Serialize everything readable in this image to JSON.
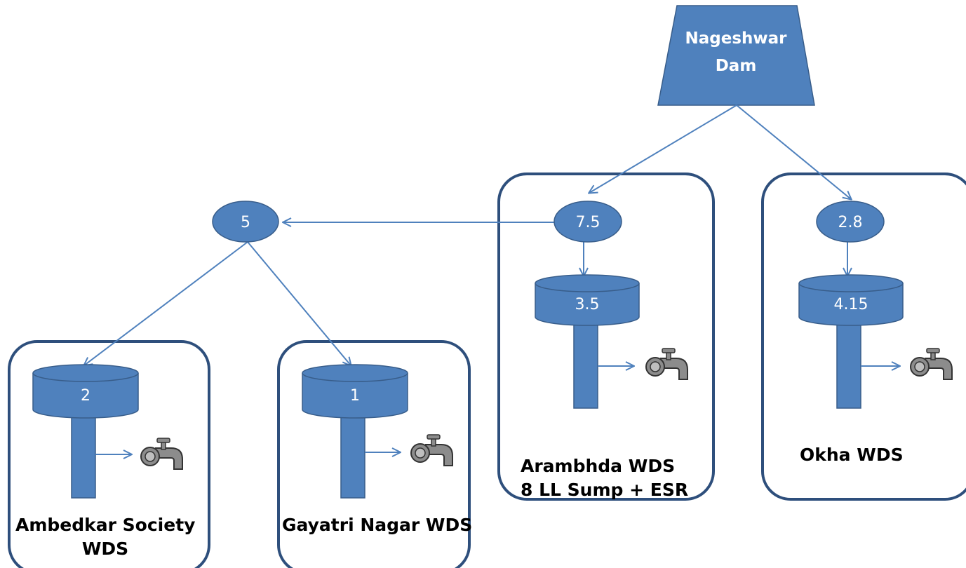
{
  "dam": {
    "label_line1": "Nageshwar",
    "label_line2": "Dam"
  },
  "junctions": {
    "left": "5",
    "arambhda": "7.5",
    "okha": "2.8"
  },
  "tanks": {
    "ambedkar": "2",
    "gayatri": "1",
    "arambhda": "3.5",
    "okha": "4.15"
  },
  "zones": {
    "ambedkar": {
      "line1": "Ambedkar Society",
      "line2": "WDS"
    },
    "gayatri": {
      "line1": "Gayatri Nagar WDS"
    },
    "arambhda": {
      "line1": "Arambhda WDS",
      "line2": "8 LL Sump + ESR"
    },
    "okha": {
      "line1": "Okha WDS"
    }
  },
  "colors": {
    "fill": "#4f81bd",
    "border": "#385d8a",
    "zone_border": "#2e4f7c",
    "arrow": "#4f81bd",
    "tap": "#808080"
  }
}
